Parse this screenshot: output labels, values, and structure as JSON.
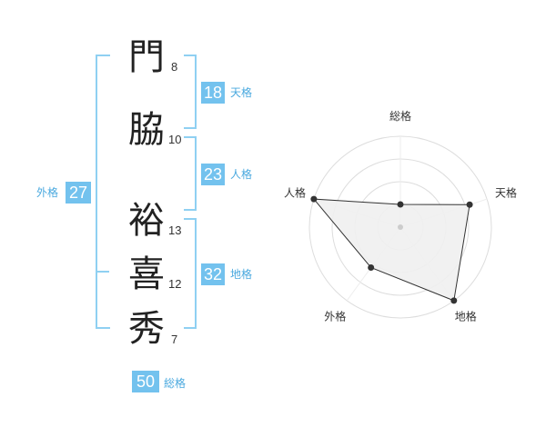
{
  "name_chars": [
    {
      "char": "門",
      "strokes": "8"
    },
    {
      "char": "脇",
      "strokes": "10"
    },
    {
      "char": "裕",
      "strokes": "13"
    },
    {
      "char": "喜",
      "strokes": "12"
    },
    {
      "char": "秀",
      "strokes": "7"
    }
  ],
  "kaku": {
    "tenkaku": {
      "value": "18",
      "label": "天格"
    },
    "jinkaku": {
      "value": "23",
      "label": "人格"
    },
    "chikaku": {
      "value": "32",
      "label": "地格"
    },
    "gaikaku": {
      "value": "27",
      "label": "外格"
    },
    "soukaku": {
      "value": "50",
      "label": "総格"
    }
  },
  "colors": {
    "accent": "#73c2ee",
    "bracket": "#8fd0f2",
    "radar_fill": "#f0f0f0",
    "radar_line": "#333333"
  },
  "chart_data": {
    "type": "radar",
    "axes": [
      "総格",
      "天格",
      "地格",
      "外格",
      "人格"
    ],
    "values": [
      0.25,
      0.8,
      1.0,
      0.55,
      1.0
    ],
    "range": [
      0,
      1
    ],
    "rings": 4
  }
}
